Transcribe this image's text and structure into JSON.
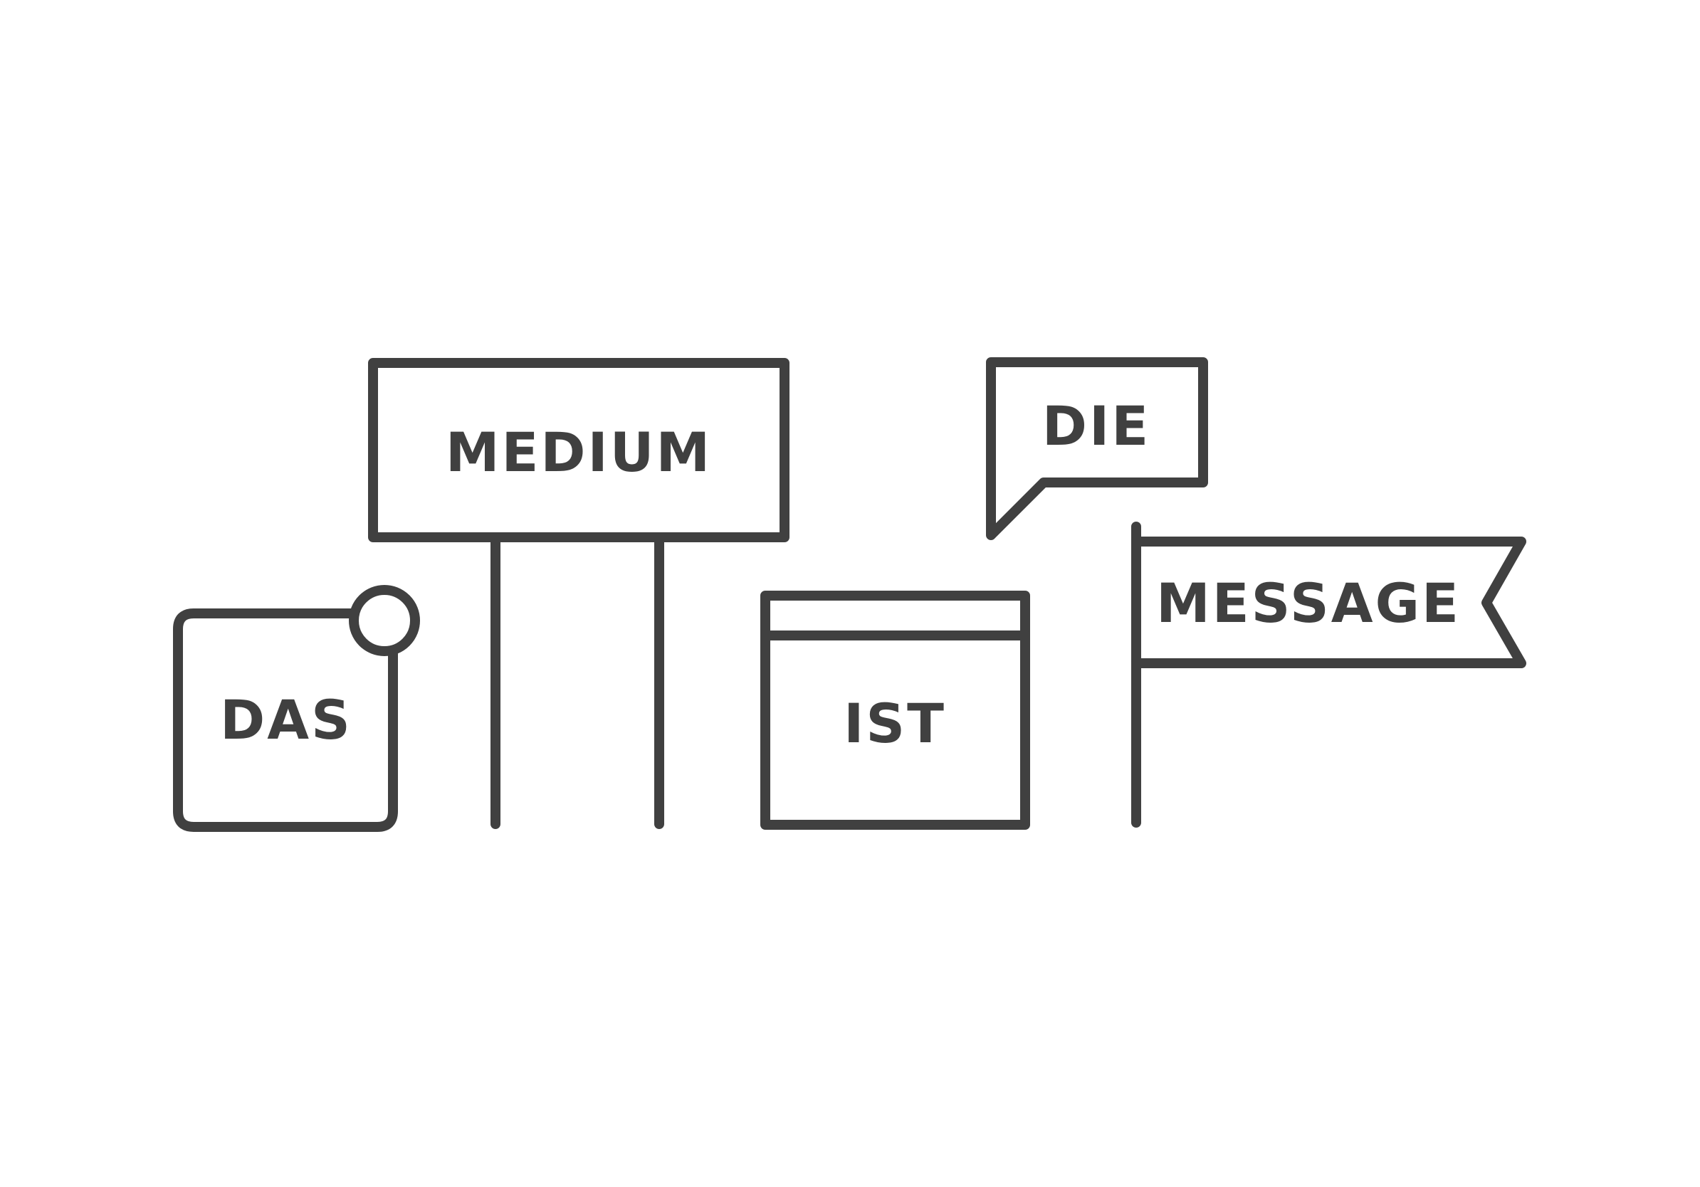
{
  "colors": {
    "stroke": "#404040",
    "background": "#ffffff"
  },
  "words": {
    "das": "DAS",
    "medium": "MEDIUM",
    "ist": "IST",
    "die": "DIE",
    "message": "MESSAGE"
  }
}
